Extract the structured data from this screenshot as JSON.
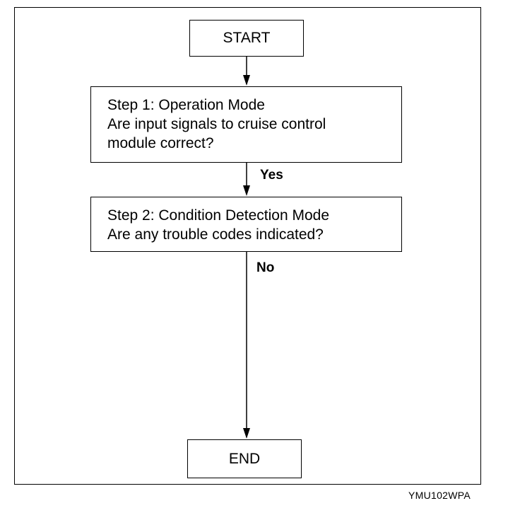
{
  "flowchart": {
    "start_label": "START",
    "step1": {
      "line1": "Step 1: Operation Mode",
      "line2": "Are input signals to cruise control",
      "line3": "module correct?"
    },
    "yes_label": "Yes",
    "step2": {
      "line1": "Step 2: Condition Detection Mode",
      "line2": "Are any trouble codes indicated?"
    },
    "no_label": "No",
    "end_label": "END"
  },
  "figure_code": "YMU102WPA",
  "colors": {
    "line": "#000000",
    "background": "#ffffff"
  }
}
